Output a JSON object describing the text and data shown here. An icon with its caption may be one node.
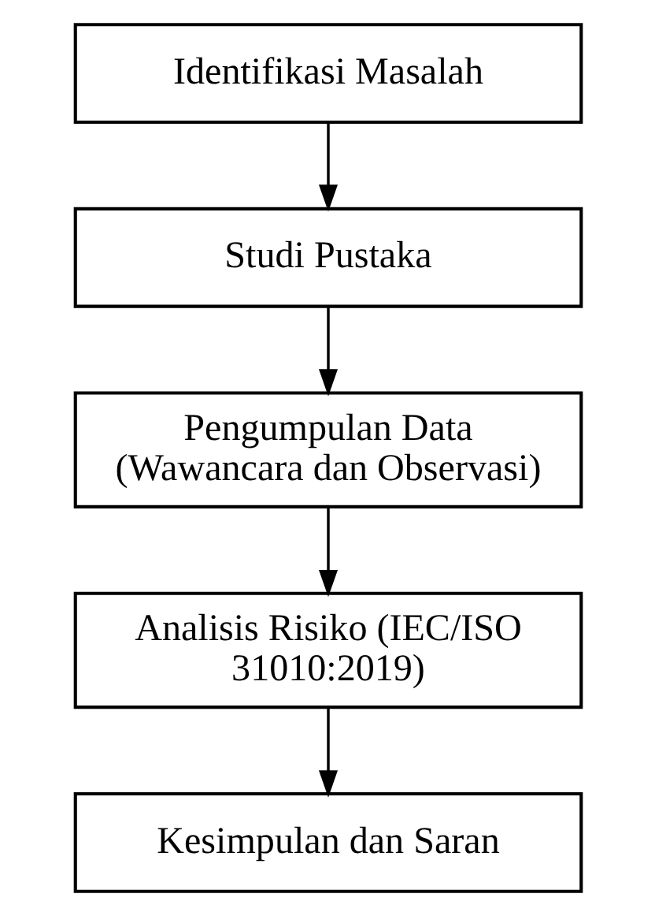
{
  "diagram": {
    "nodes": [
      {
        "text": [
          "Identifikasi Masalah"
        ]
      },
      {
        "text": [
          "Studi Pustaka"
        ]
      },
      {
        "text": [
          "Pengumpulan Data (Wawancara dan Observasi)"
        ]
      },
      {
        "text": [
          "Analisis Risiko (IEC/ISO 31010:2019)"
        ]
      },
      {
        "text": [
          "Kesimpulan dan Saran"
        ]
      }
    ],
    "edges": [
      {
        "from": 0,
        "to": 1,
        "arrow": "to"
      },
      {
        "from": 1,
        "to": 2,
        "arrow": "to"
      },
      {
        "from": 2,
        "to": 3,
        "arrow": "to"
      },
      {
        "from": 3,
        "to": 4,
        "arrow": "to"
      }
    ]
  }
}
